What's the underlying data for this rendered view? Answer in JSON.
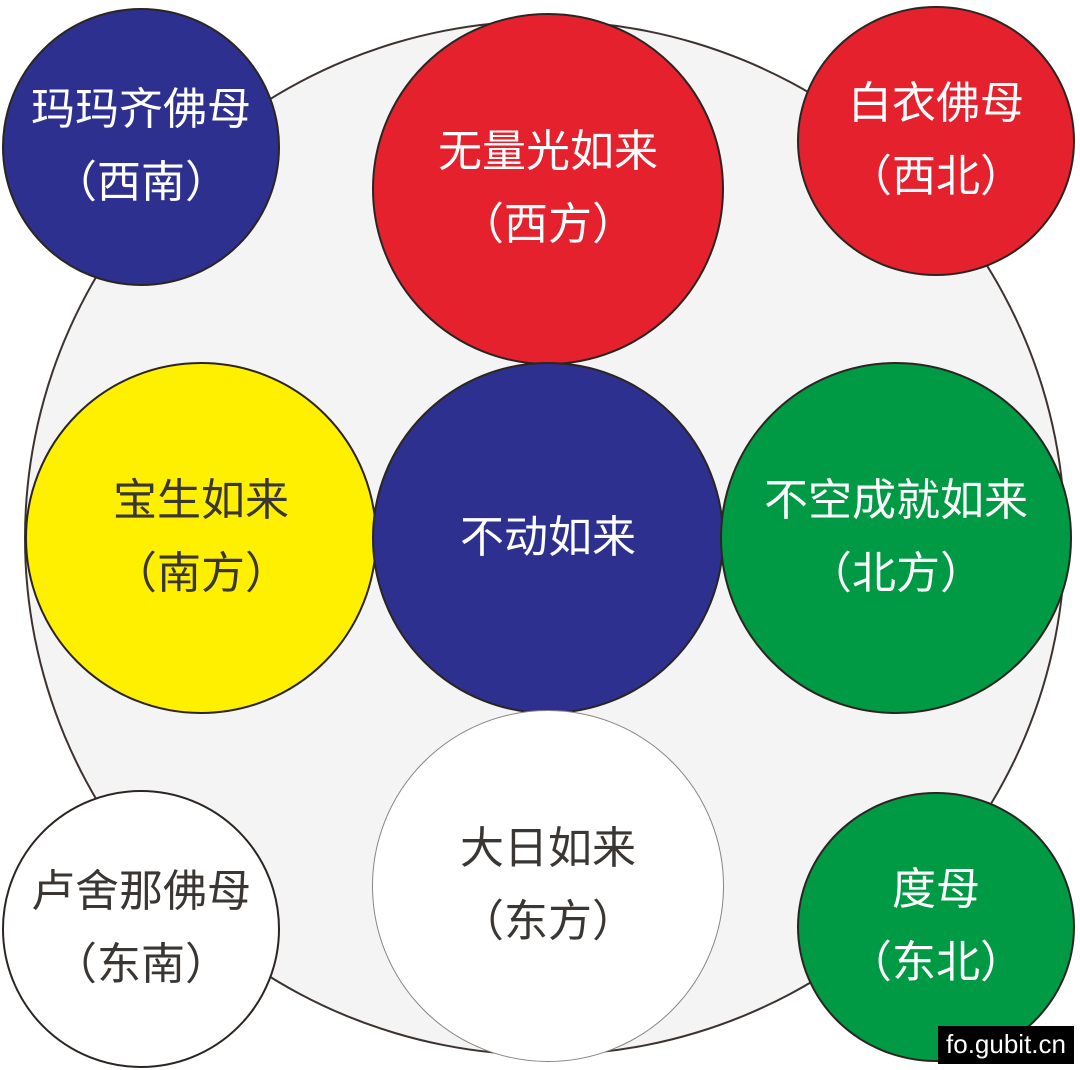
{
  "colors": {
    "background_circle": "#f4f4f4",
    "navy": "#2e3090",
    "red": "#e5212e",
    "yellow": "#fff000",
    "green": "#009944",
    "white": "#ffffff"
  },
  "nodes": {
    "sw_consort": {
      "name": "玛玛齐佛母",
      "direction": "（西南）",
      "color": "#2e3090"
    },
    "west": {
      "name": "无量光如来",
      "direction": "（西方）",
      "color": "#e5212e"
    },
    "nw_consort": {
      "name": "白衣佛母",
      "direction": "（西北）",
      "color": "#e5212e"
    },
    "south": {
      "name": "宝生如来",
      "direction": "（南方）",
      "color": "#fff000"
    },
    "center": {
      "name": "不动如来",
      "color": "#2e3090"
    },
    "north": {
      "name": "不空成就如来",
      "direction": "（北方）",
      "color": "#009944"
    },
    "east": {
      "name": "大日如来",
      "direction": "（东方）",
      "color": "#ffffff"
    },
    "se_consort": {
      "name": "卢舍那佛母",
      "direction": "（东南）",
      "color": "#ffffff"
    },
    "ne_consort": {
      "name": "度母",
      "direction": "（东北）",
      "color": "#009944"
    }
  },
  "watermark": "fo.gubit.cn"
}
